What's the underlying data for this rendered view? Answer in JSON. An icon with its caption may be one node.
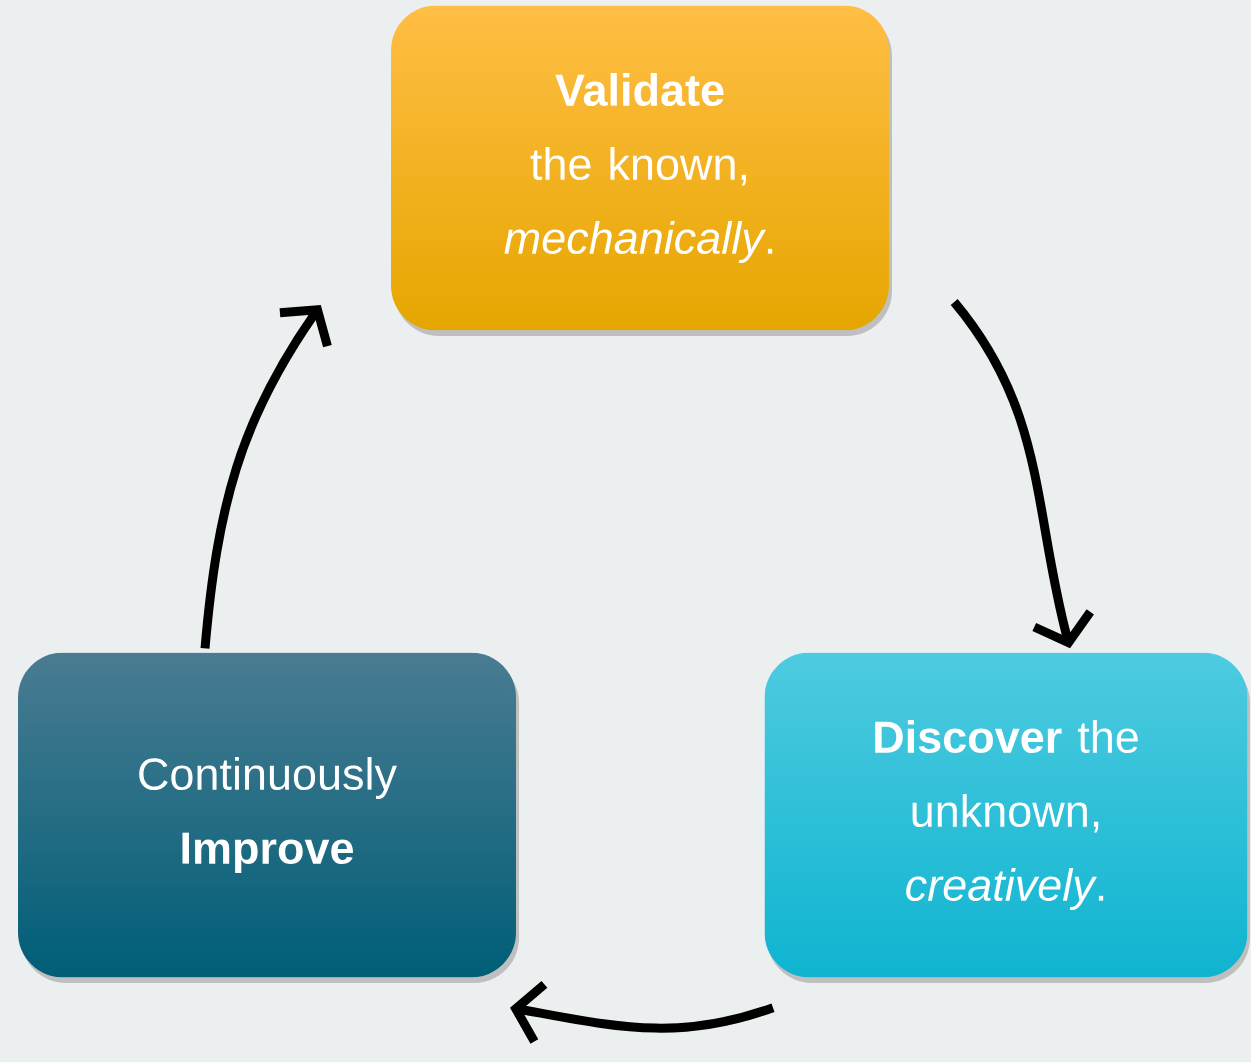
{
  "diagram": {
    "nodes": [
      {
        "text": [
          "**Validate** the known, *mechanically*."
        ]
      },
      {
        "text": [
          "**Discover** the unknown, *creatively*."
        ]
      },
      {
        "text": [
          "Continuously **Improve**"
        ]
      }
    ],
    "edges": [
      {
        "from": 0,
        "to": 1,
        "arrow": "to"
      },
      {
        "from": 1,
        "to": 2,
        "arrow": "to"
      },
      {
        "from": 2,
        "to": 0,
        "arrow": "to"
      }
    ]
  }
}
